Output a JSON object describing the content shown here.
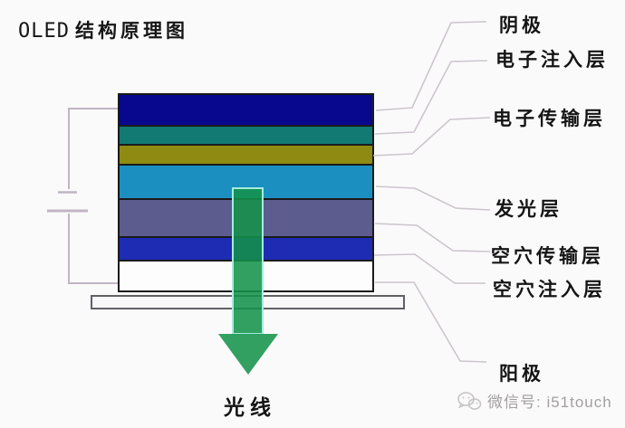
{
  "background": "#fbfafb",
  "title": {
    "prefix": "OLED",
    "text": "结构原理图"
  },
  "stack": {
    "border_color": "#1a1a1a",
    "substrate_color": "#f8f7f9",
    "layers": [
      {
        "name": "cathode",
        "label": "阴极",
        "color": "#08088f",
        "height": 33
      },
      {
        "name": "electron-injection",
        "label": "电子注入层",
        "color": "#127a73",
        "height": 19
      },
      {
        "name": "electron-transport",
        "label": "电子传输层",
        "color": "#8f8a12",
        "height": 20
      },
      {
        "name": "emissive",
        "label": "发光层",
        "color": "#1b90c0",
        "height": 36
      },
      {
        "name": "hole-transport",
        "label": "空穴传输层",
        "color": "#5c5c8e",
        "height": 40
      },
      {
        "name": "hole-injection",
        "label": "空穴注入层",
        "color": "#1e2cb4",
        "height": 24
      },
      {
        "name": "anode",
        "label": "阳极",
        "color": "#fdfdfe",
        "height": 32
      }
    ]
  },
  "annotations": {
    "cathode": "阴极",
    "electron_injection": "电子注入层",
    "electron_transport": "电子传输层",
    "emissive": "发光层",
    "hole_transport": "空穴传输层",
    "hole_injection": "空穴注入层",
    "anode": "阳极",
    "light": "光线"
  },
  "arrow": {
    "direction": "down",
    "color": "#13924a",
    "edge_color": "#a5ebdf",
    "opacity": 0.87
  },
  "circuit": {
    "wire_color": "#c0b5c3",
    "leader_color": "#ccc5cd"
  },
  "watermark": {
    "icon": "wechat-icon",
    "text": "微信号: i51touch",
    "color": "#a29f9f"
  }
}
